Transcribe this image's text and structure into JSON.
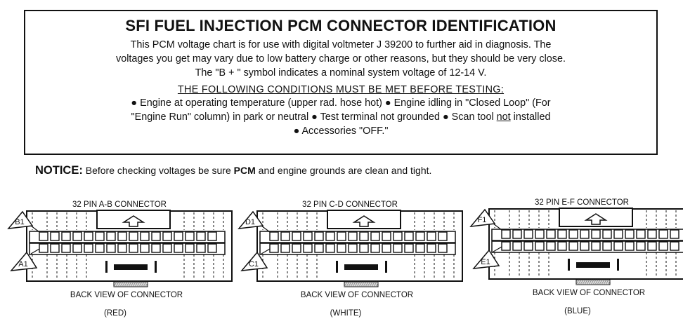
{
  "header": {
    "title": "SFI FUEL INJECTION PCM CONNECTOR IDENTIFICATION",
    "intro_line_1": "This PCM voltage chart is for use with digital voltmeter J 39200 to further aid in diagnosis.  The",
    "intro_line_2": "voltages you get may vary due to low battery charge or other reasons, but they should be very close.",
    "intro_line_3": "The  \"B + \" symbol indicates a nominal system voltage of 12-14 V."
  },
  "conditions": {
    "heading": "THE FOLLOWING CONDITIONS MUST BE MET BEFORE TESTING:",
    "line_1": "●  Engine at operating temperature (upper rad. hose hot)   ●  Engine idling in \"Closed Loop\" (For",
    "line_2_a": "\"Engine Run\" column) in park or neutral   ●  Test terminal not grounded   ●  Scan tool ",
    "line_2_not": "not",
    "line_2_b": " installed",
    "line_3": "●  Accessories \"OFF.\""
  },
  "notice": {
    "label": "NOTICE:",
    "text_a": " Before checking voltages be sure ",
    "pcm": "PCM",
    "text_b": " and engine grounds are clean and tight."
  },
  "connectors": [
    {
      "title": "32 PIN A-B CONNECTOR",
      "top_pin": "B1",
      "bottom_pin": "A1",
      "caption": "BACK VIEW OF CONNECTOR",
      "color": "(RED)"
    },
    {
      "title": "32 PIN C-D CONNECTOR",
      "top_pin": "D1",
      "bottom_pin": "C1",
      "caption": "BACK VIEW OF CONNECTOR",
      "color": "(WHITE)"
    },
    {
      "title": "32 PIN E-F CONNECTOR",
      "top_pin": "F1",
      "bottom_pin": "E1",
      "caption": "BACK VIEW OF CONNECTOR",
      "color": "(BLUE)"
    }
  ],
  "colors": {
    "ink": "#111111",
    "background": "#ffffff",
    "hatch": "#888888"
  }
}
